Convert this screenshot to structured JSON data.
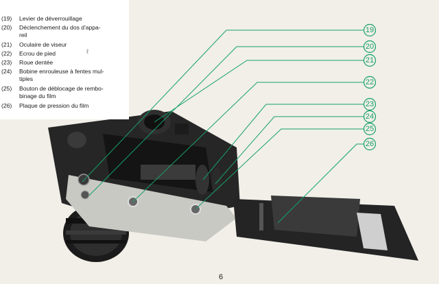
{
  "legend": {
    "items": [
      {
        "number": "(19)",
        "text": "Levier de déverrouillage"
      },
      {
        "number": "(20)",
        "text": "Déclenchement du dos d'appa-\nreil"
      },
      {
        "number": "(21)",
        "text": "Oculaire de viseur"
      },
      {
        "number": "(22)",
        "text": "Ecrou de pied"
      },
      {
        "number": "(23)",
        "text": "Roue dentée"
      },
      {
        "number": "(24)",
        "text": "Bobine enrouleuse à fentes mul-\ntiples"
      },
      {
        "number": "(25)",
        "text": "Bouton de déblocage de rembo-\nbinage du film"
      },
      {
        "number": "(26)",
        "text": "Plaque de pression du film"
      }
    ]
  },
  "callouts": [
    "19",
    "20",
    "21",
    "22",
    "23",
    "24",
    "25",
    "26"
  ],
  "stray_mark": "ℓ",
  "page_number": "6",
  "colors": {
    "callout": "#17a06a",
    "paper": "#f1efe8",
    "camera_body": "#2a2a2a",
    "camera_plate": "#c9c9c4"
  }
}
